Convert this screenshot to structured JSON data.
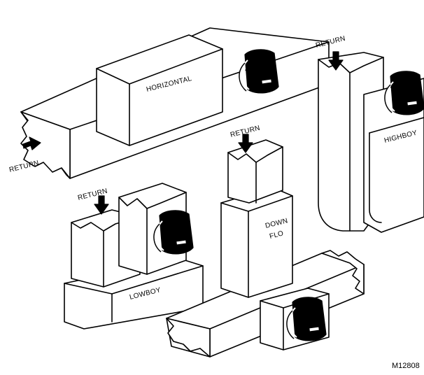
{
  "labels": {
    "horizontal": "HORIZONTAL",
    "highboy": "HIGHBOY",
    "lowboy": "LOWBOY",
    "downflo_line1": "DOWN",
    "downflo_line2": "FLO",
    "return_horizontal": "RETURN",
    "return_highboy": "RETURN",
    "return_lowboy": "RETURN",
    "return_downflo": "RETURN",
    "figure_id": "M12808"
  },
  "icons": {
    "air_cleaner_unit": "air-cleaner-cabinet-icon",
    "airflow_arrow": "airflow-arrow-icon"
  },
  "colors": {
    "line": "#000000",
    "background": "#ffffff"
  }
}
